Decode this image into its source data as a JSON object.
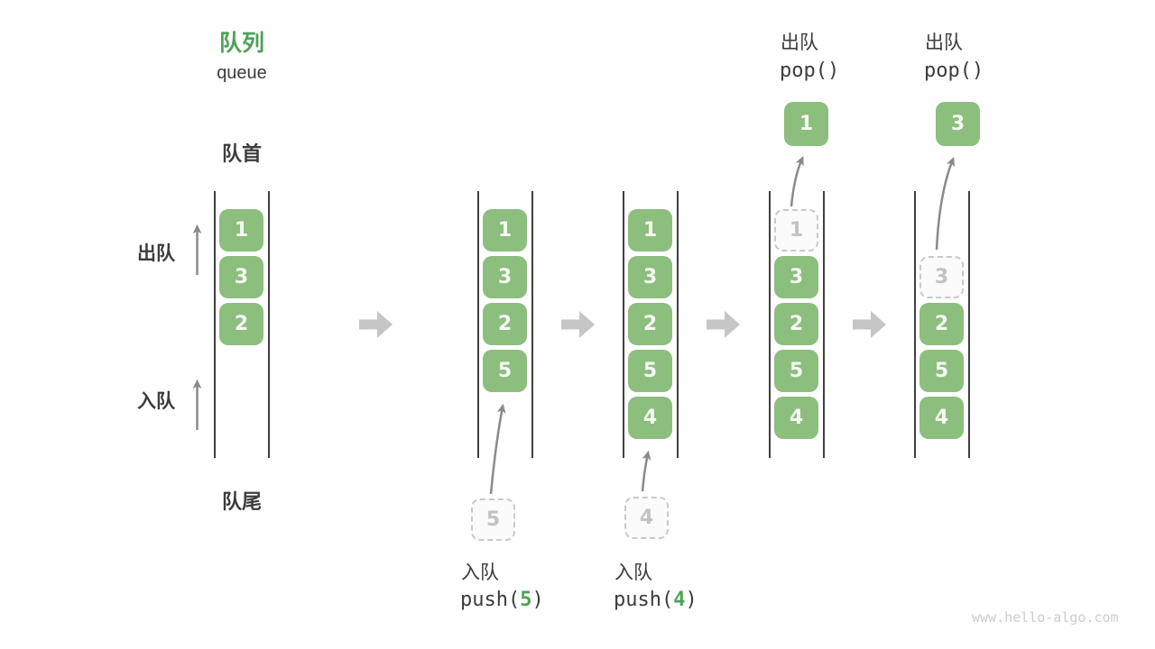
{
  "palette": {
    "green_box": "#8CBE7E",
    "green_accent": "#4DA156",
    "text_dark": "#3C3C3C",
    "wall": "#3F3F3F",
    "gray_arrow": "#8A8A8A",
    "block_arrow": "#C6C6C6",
    "dashed_border": "#C9C9C9",
    "dashed_bg": "#FBFBFB",
    "dashed_text": "#C2C2C2",
    "cell_text": "#F6F9F3",
    "watermark": "#CCCCCC"
  },
  "header": {
    "title": "队列",
    "subtitle": "queue"
  },
  "side_labels": {
    "front": "队首",
    "rear": "队尾",
    "dequeue": "出队",
    "enqueue": "入队"
  },
  "columns": [
    {
      "cells": [
        {
          "row": 0,
          "v": "1",
          "variant": "solid"
        },
        {
          "row": 1,
          "v": "3",
          "variant": "solid"
        },
        {
          "row": 2,
          "v": "2",
          "variant": "solid"
        }
      ]
    },
    {
      "cells": [
        {
          "row": 0,
          "v": "1",
          "variant": "solid"
        },
        {
          "row": 1,
          "v": "3",
          "variant": "solid"
        },
        {
          "row": 2,
          "v": "2",
          "variant": "solid"
        },
        {
          "row": 3,
          "v": "5",
          "variant": "solid"
        }
      ]
    },
    {
      "cells": [
        {
          "row": 0,
          "v": "1",
          "variant": "solid"
        },
        {
          "row": 1,
          "v": "3",
          "variant": "solid"
        },
        {
          "row": 2,
          "v": "2",
          "variant": "solid"
        },
        {
          "row": 3,
          "v": "5",
          "variant": "solid"
        },
        {
          "row": 4,
          "v": "4",
          "variant": "solid"
        }
      ]
    },
    {
      "cells": [
        {
          "row": 0,
          "v": "1",
          "variant": "dashed"
        },
        {
          "row": 1,
          "v": "3",
          "variant": "solid"
        },
        {
          "row": 2,
          "v": "2",
          "variant": "solid"
        },
        {
          "row": 3,
          "v": "5",
          "variant": "solid"
        },
        {
          "row": 4,
          "v": "4",
          "variant": "solid"
        }
      ]
    },
    {
      "cells": [
        {
          "row": 1,
          "v": "3",
          "variant": "dashed"
        },
        {
          "row": 2,
          "v": "2",
          "variant": "solid"
        },
        {
          "row": 3,
          "v": "5",
          "variant": "solid"
        },
        {
          "row": 4,
          "v": "4",
          "variant": "solid"
        }
      ]
    }
  ],
  "push_callouts": [
    {
      "label": "入队",
      "fn_open": "push(",
      "arg": "5",
      "fn_close": ")",
      "staged_value": "5"
    },
    {
      "label": "入队",
      "fn_open": "push(",
      "arg": "4",
      "fn_close": ")",
      "staged_value": "4"
    }
  ],
  "pop_callouts": [
    {
      "label": "出队",
      "code": "pop()",
      "value": "1"
    },
    {
      "label": "出队",
      "code": "pop()",
      "value": "3"
    }
  ],
  "watermark": "www.hello-algo.com"
}
